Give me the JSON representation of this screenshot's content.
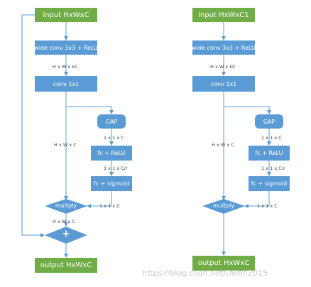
{
  "left": {
    "input": "input  HxWxC",
    "wide_conv": "wide conv  3x3 + ReLU",
    "dims_after_wide": "H x W x kC",
    "conv": "conv  1x1",
    "dims_main": "H x W x C",
    "gap": "GAP",
    "dims_gap": "1 x 1 x C",
    "fc_relu": "fc + ReLU",
    "dims_fc": "1 x 1 x C/r",
    "fc_sigmoid": "fc + sigmoid",
    "dims_sigmoid": "1 x 1 x C",
    "multiply": "multply",
    "dims_after_multiply": "H x W x C",
    "add": "+",
    "output": "output  HxWxC"
  },
  "right": {
    "input": "input  HxWxC1",
    "wide_conv": "wide conv  3x3 + ReLU",
    "dims_after_wide": "H x W x kC",
    "conv": "conv  1x1",
    "dims_main": "H x W x C",
    "gap": "GAP",
    "dims_gap": "1 x 1 x C",
    "fc_relu": "fc + ReLU",
    "dims_fc": "1 x 1 x C/r",
    "fc_sigmoid": "fc + sigmoid",
    "dims_sigmoid": "1 x 1 x C",
    "multiply": "multply",
    "output": "output  HxWxC"
  },
  "watermark": "https://blog.csdn.net/Dillon2015",
  "colors": {
    "green": "#70ad47",
    "blue": "#5b9bd5",
    "arrow": "#5b9bd5"
  }
}
